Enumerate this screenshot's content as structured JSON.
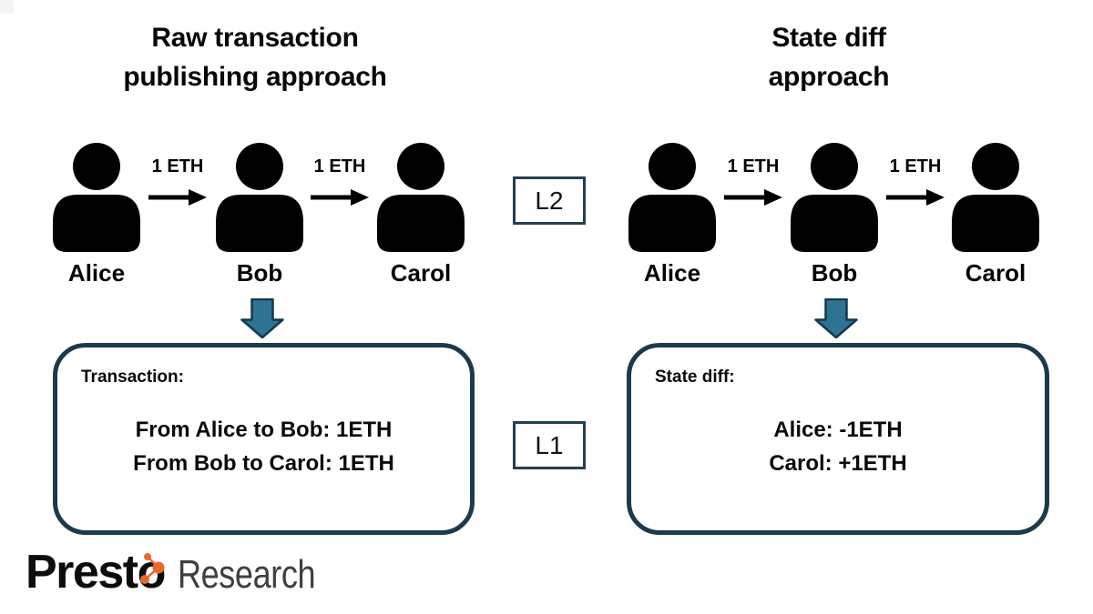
{
  "panels": {
    "left": {
      "title": [
        "Raw transaction",
        "publishing approach"
      ],
      "actors": [
        "Alice",
        "Bob",
        "Carol"
      ],
      "transfer_labels": [
        "1 ETH",
        "1 ETH"
      ],
      "data_box": {
        "heading": "Transaction:",
        "lines": [
          "From Alice to Bob: 1ETH",
          "From Bob to Carol: 1ETH"
        ]
      }
    },
    "right": {
      "title": [
        "State diff",
        "approach"
      ],
      "actors": [
        "Alice",
        "Bob",
        "Carol"
      ],
      "transfer_labels": [
        "1 ETH",
        "1 ETH"
      ],
      "data_box": {
        "heading": "State diff:",
        "lines": [
          "Alice: -1ETH",
          "Carol: +1ETH"
        ]
      }
    }
  },
  "layer_labels": {
    "l2": "L2",
    "l1": "L1"
  },
  "logo": {
    "brand": "Presto",
    "suffix": "Research"
  },
  "colors": {
    "ink": "#000000",
    "container_border": "#1b3a4c",
    "layer_box_border": "#24404f",
    "flow_arrow_fill": "#2d7394",
    "flow_arrow_stroke": "#16394c",
    "brand_orange": "#e8672c",
    "suffix_gray": "#3f3f3f"
  }
}
